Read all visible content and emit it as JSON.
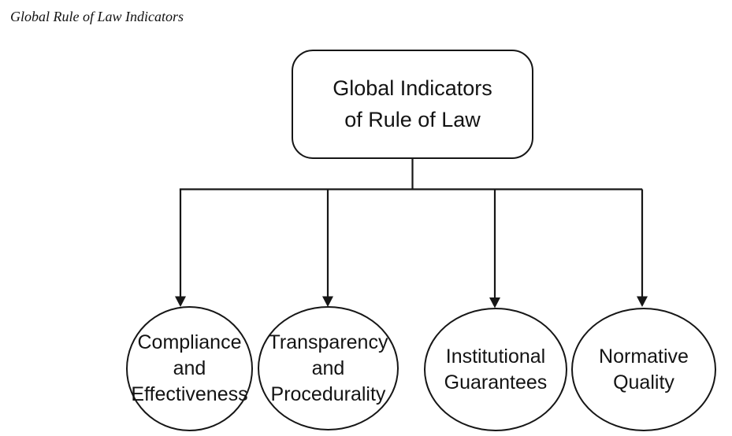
{
  "page": {
    "title": "Global Rule of Law Indicators"
  },
  "diagram": {
    "type": "flowchart",
    "colors": {
      "stroke": "#161616",
      "text": "#131313",
      "background": "#ffffff"
    },
    "root": {
      "label": "Global Indicators\nof Rule of Law"
    },
    "children": [
      {
        "label": "Compliance\nand\nEffectiveness"
      },
      {
        "label": "Transparency\nand\nProcedurality"
      },
      {
        "label": "Institutional\nGuarantees"
      },
      {
        "label": "Normative\nQuality"
      }
    ]
  }
}
